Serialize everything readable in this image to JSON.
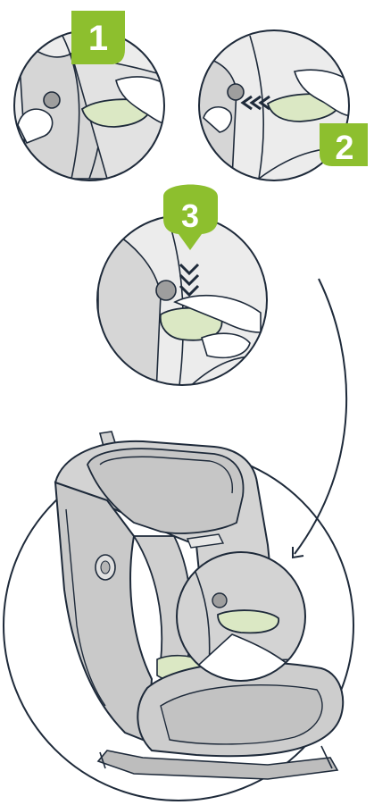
{
  "steps": [
    {
      "number": "1"
    },
    {
      "number": "2"
    },
    {
      "number": "3"
    }
  ],
  "colors": {
    "badge_green": "#8dbf2e",
    "seat_gray": "#d3d3d3",
    "seat_dark": "#bdbdbd",
    "part_green": "#dbe8c4",
    "outline": "#1e2a3a"
  }
}
